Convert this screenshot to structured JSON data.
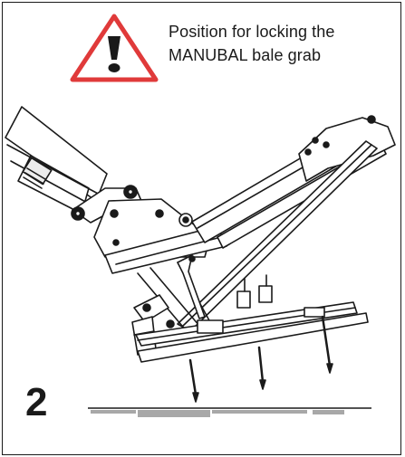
{
  "warning": {
    "icon": "warning-triangle-icon",
    "color": "#e03a3a",
    "line1": "Position for locking the",
    "line2": "MANUBAL bale grab"
  },
  "step": {
    "number": "2"
  }
}
